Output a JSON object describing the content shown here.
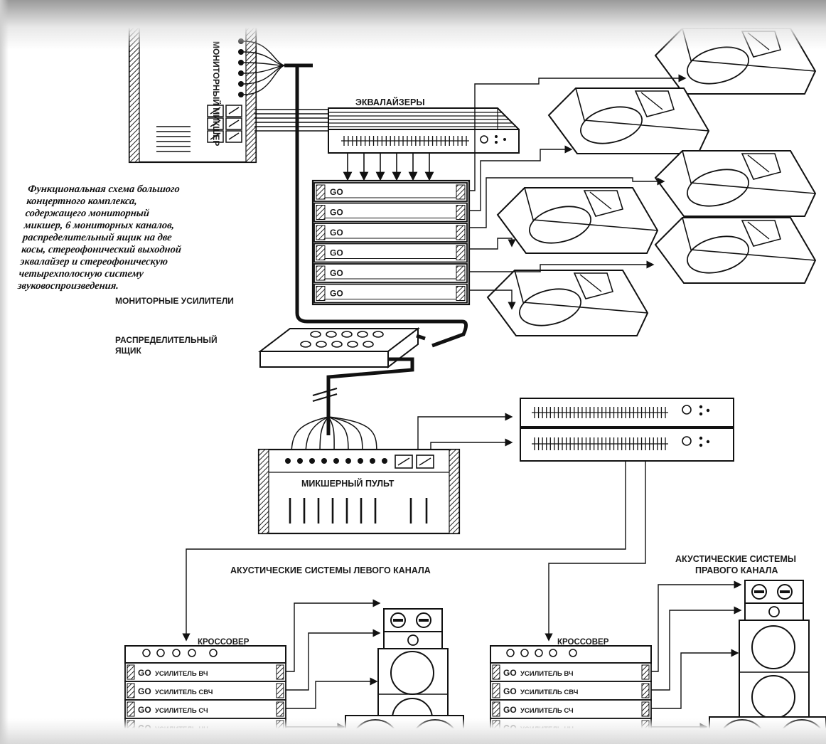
{
  "caption_lines": [
    "Функциональная схема большого",
    "концертного комплекса,",
    "содержащего мониторный",
    "микшер, 6 мониторных каналов,",
    "распределительный ящик на две",
    "косы, стереофонический выходной",
    "эквалайзер и стереофоническую",
    "четырехполосную систему",
    "звуковоспроизведения."
  ],
  "labels": {
    "monitor_mixer": "МОНИТОРНЫЙ МИКШЕР",
    "equalizers": "ЭКВАЛАЙЗЕРЫ",
    "monitor_amps": "МОНИТОРНЫЕ УСИЛИТЕЛИ",
    "distribution_box_1": "РАСПРЕДЕЛИТЕЛЬНЫЙ",
    "distribution_box_2": "ЯЩИК",
    "main_mixer": "МИКШЕРНЫЙ ПУЛЬТ",
    "left_speakers": "АКУСТИЧЕСКИЕ СИСТЕМЫ ЛЕВОГО КАНАЛА",
    "right_speakers_1": "АКУСТИЧЕСКИЕ СИСТЕМЫ",
    "right_speakers_2": "ПРАВОГО КАНАЛА",
    "crossover_left": "КРОССОВЕР",
    "crossover_right": "КРОССОВЕР"
  },
  "amp_badge": "GO",
  "crossover_amps_left": [
    "УСИЛИТЕЛЬ ВЧ",
    "УСИЛИТЕЛЬ СВЧ",
    "УСИЛИТЕЛЬ СЧ",
    "УСИЛИТЕЛЬ НЧ"
  ],
  "crossover_amps_right": [
    "УСИЛИТЕЛЬ ВЧ",
    "УСИЛИТЕЛЬ СВЧ",
    "УСИЛИТЕЛЬ СЧ",
    "УСИЛИТЕЛЬ НЧ"
  ],
  "monitor_amp_count": 6,
  "monitor_speaker_count": 6,
  "colors": {
    "ink": "#1a1a1a",
    "paper": "#ffffff"
  }
}
